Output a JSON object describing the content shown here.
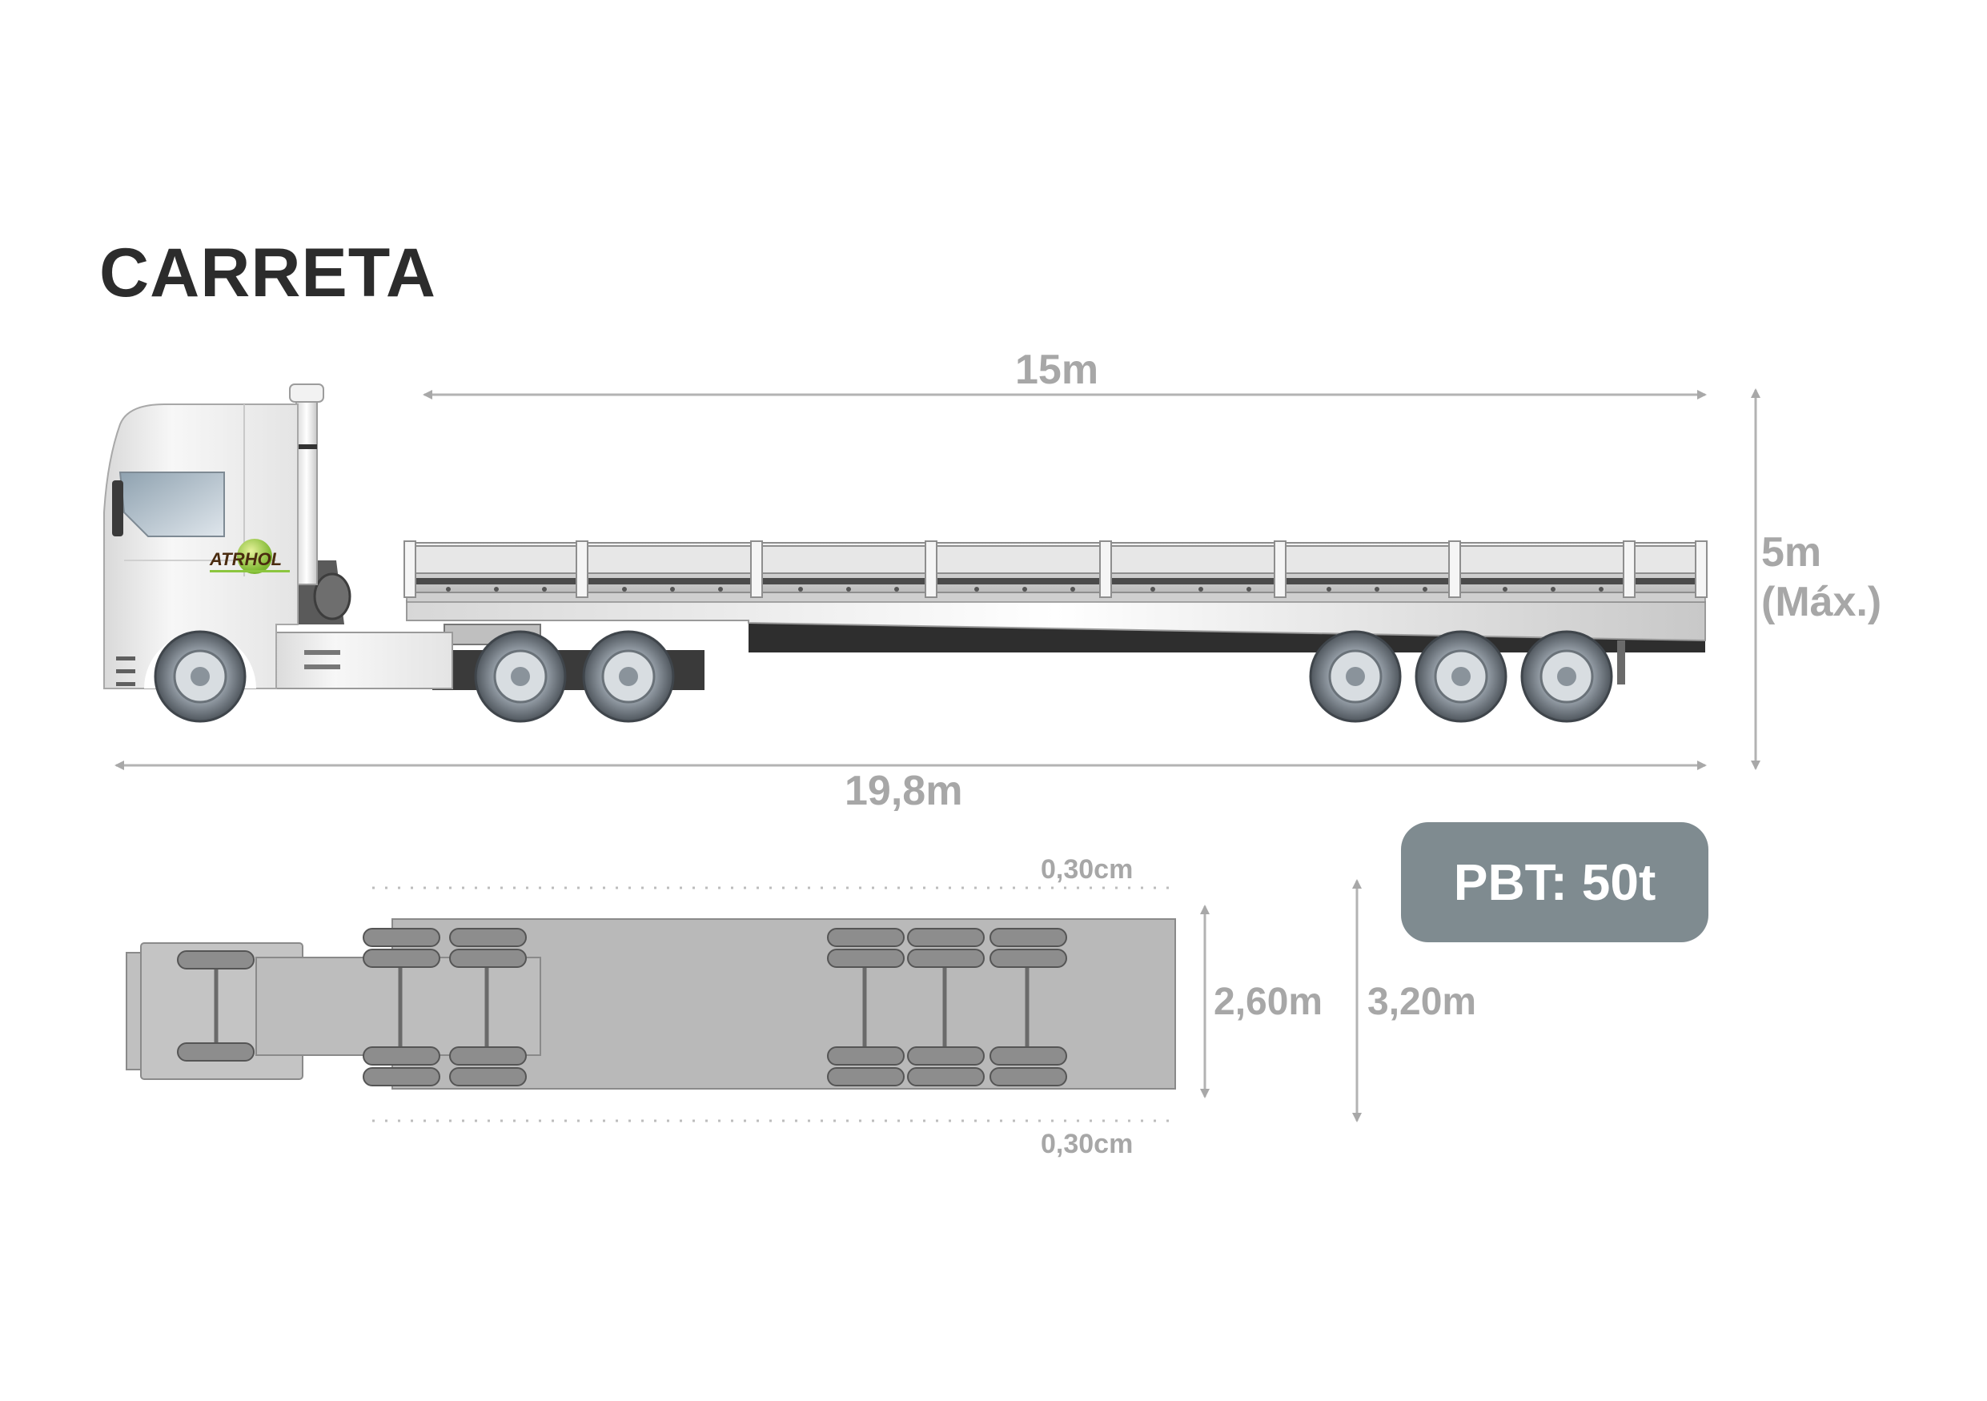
{
  "title": "CARRETA",
  "side_view": {
    "trailer_length": "15m",
    "total_length": "19,8m",
    "max_height_value": "5m",
    "max_height_note": "(Máx.)"
  },
  "top_view": {
    "margin_top": "0,30cm",
    "margin_bottom": "0,30cm",
    "body_width": "2,60m",
    "total_width": "3,20m"
  },
  "pbt_badge": "PBT: 50t",
  "logo_text": "ATRHOL",
  "colors": {
    "title": "#2c2c2c",
    "dimension_text": "#a7a7a7",
    "dimension_line": "#b3b3b3",
    "badge_bg": "#7f8b90",
    "badge_text": "#ffffff",
    "logo_green": "#8cc63f",
    "logo_text": "#4a2b0f"
  },
  "icons": [
    "truck-side-illustration",
    "truck-top-illustration",
    "dimension-arrow"
  ]
}
